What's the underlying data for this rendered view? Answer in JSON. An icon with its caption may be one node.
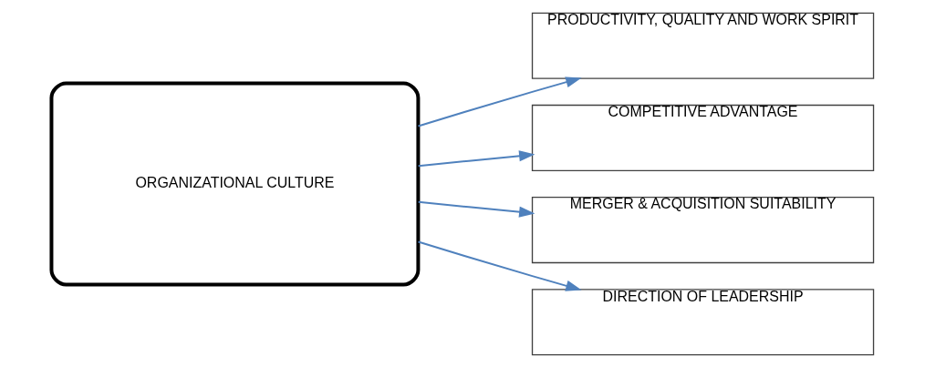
{
  "diagram": {
    "nodes": [
      {
        "text": [
          "ORGANIZATIONAL CULTURE"
        ]
      },
      {
        "text": [
          "PRODUCTIVITY, QUALITY AND WORK SPIRIT"
        ]
      },
      {
        "text": [
          "COMPETITIVE ADVANTAGE"
        ]
      },
      {
        "text": [
          "MERGER & ACQUISITION SUITABILITY"
        ]
      },
      {
        "text": [
          "DIRECTION OF LEADERSHIP"
        ]
      }
    ],
    "edges": [
      {
        "from": 0,
        "to": 1,
        "arrow": "to"
      },
      {
        "from": 0,
        "to": 2,
        "arrow": "to"
      },
      {
        "from": 0,
        "to": 3,
        "arrow": "to"
      },
      {
        "from": 0,
        "to": 4,
        "arrow": "to"
      }
    ]
  }
}
